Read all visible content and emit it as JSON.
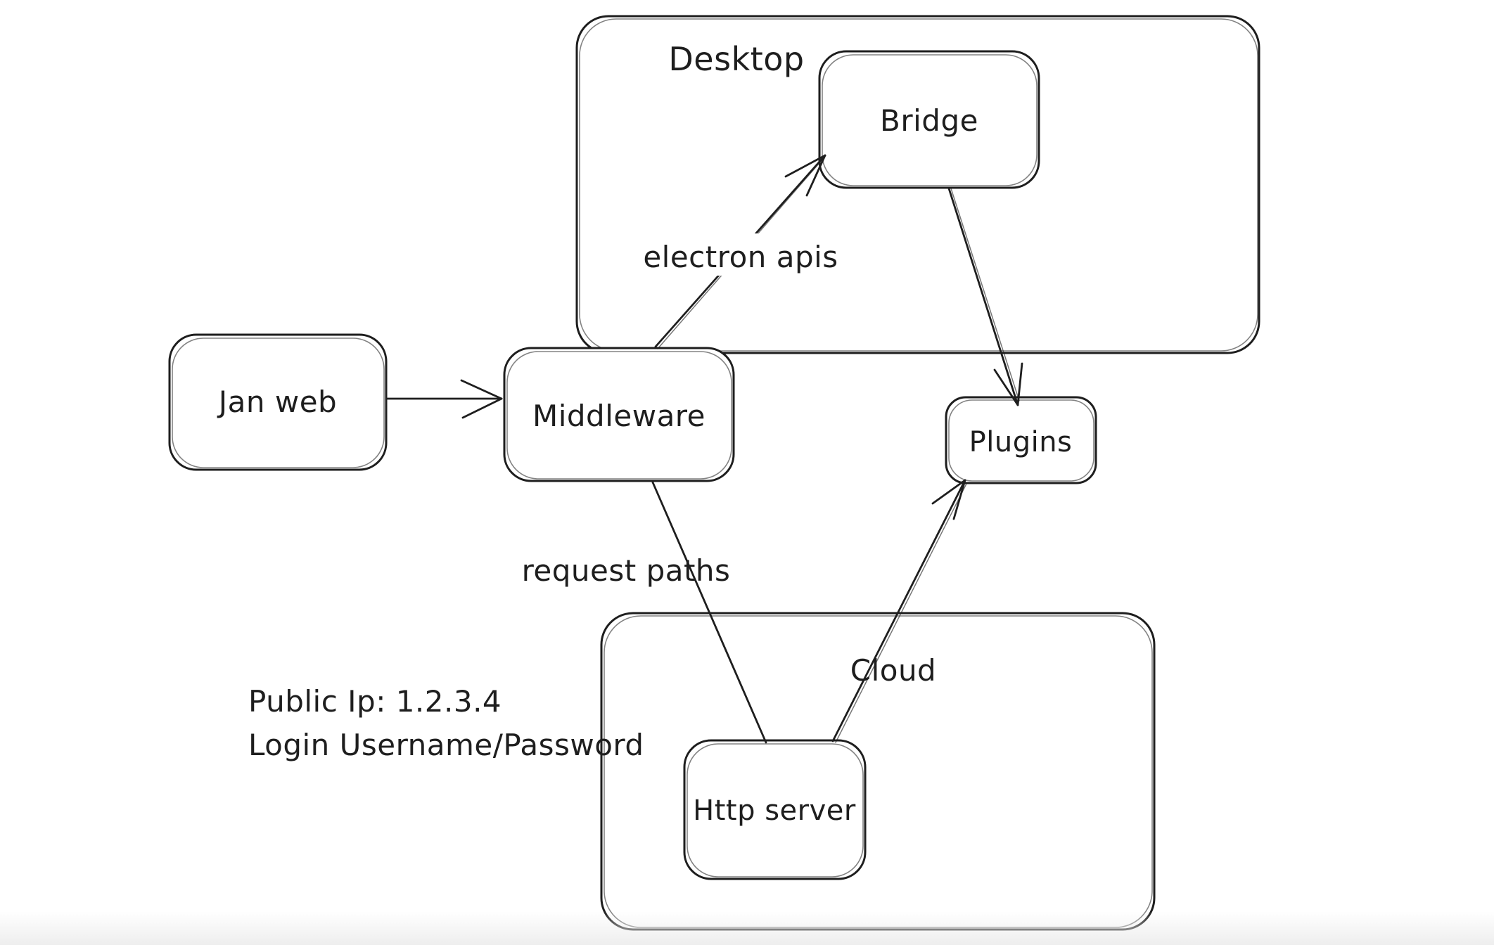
{
  "app": {
    "background_color": "#ffffff",
    "stroke_color": "#1e1e1e"
  },
  "diagram": {
    "containers": [
      {
        "id": "desktop",
        "label": "Desktop"
      },
      {
        "id": "cloud",
        "label": "Cloud"
      }
    ],
    "nodes": [
      {
        "id": "jan-web",
        "label": "Jan web"
      },
      {
        "id": "middleware",
        "label": "Middleware"
      },
      {
        "id": "bridge",
        "label": "Bridge"
      },
      {
        "id": "plugins",
        "label": "Plugins"
      },
      {
        "id": "http-server",
        "label": "Http server"
      }
    ],
    "edges": [
      {
        "from": "Jan web",
        "to": "Middleware",
        "label": "",
        "arrowhead": "end"
      },
      {
        "from": "Middleware",
        "to": "Bridge",
        "label": "electron apis",
        "arrowhead": "end"
      },
      {
        "from": "Bridge",
        "to": "Plugins",
        "label": "",
        "arrowhead": "end"
      },
      {
        "from": "Middleware",
        "to": "Http server",
        "label": "request paths",
        "arrowhead": "none"
      },
      {
        "from": "Http server",
        "to": "Plugins",
        "label": "",
        "arrowhead": "end"
      }
    ],
    "annotations": [
      {
        "id": "public-ip",
        "text": "Public Ip: 1.2.3.4"
      },
      {
        "id": "login",
        "text": "Login Username/Password"
      }
    ]
  }
}
